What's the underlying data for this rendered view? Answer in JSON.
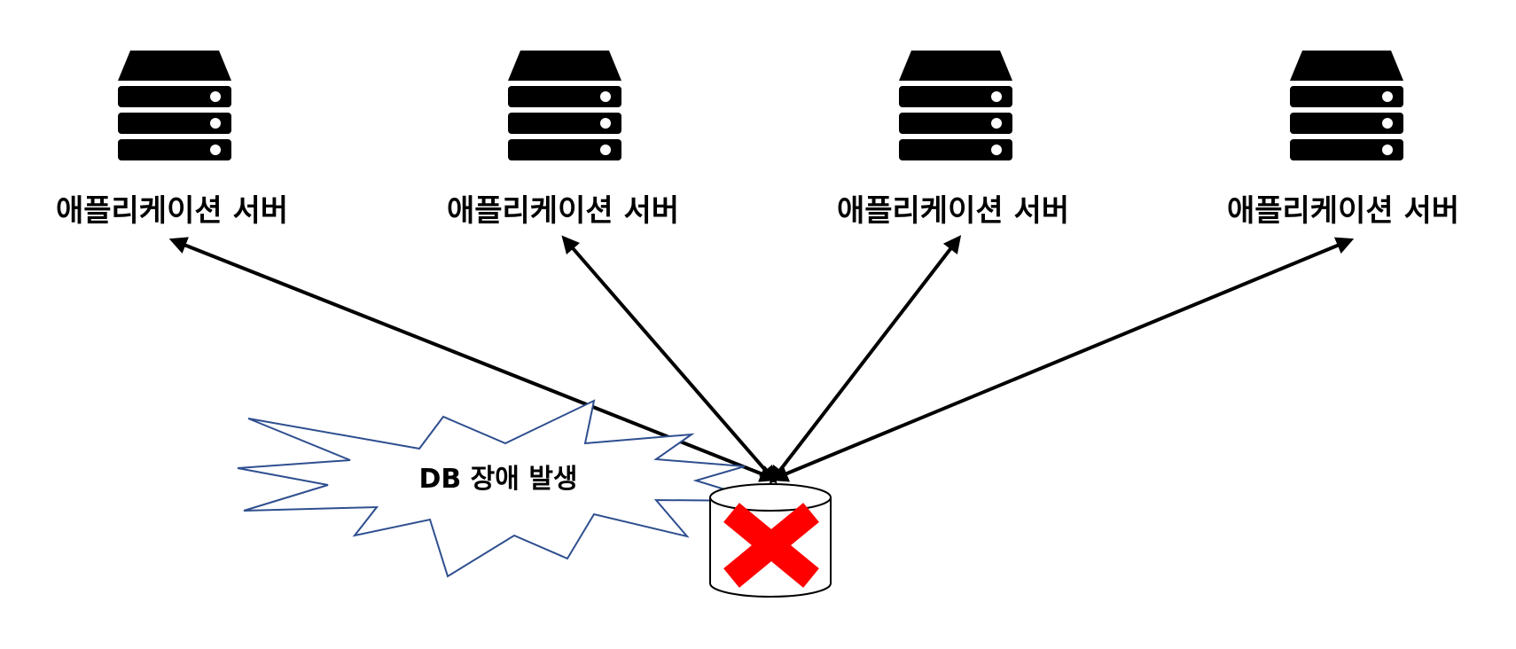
{
  "servers": [
    {
      "label": "애플리케이션 서버",
      "icon": "server-icon"
    },
    {
      "label": "애플리케이션 서버",
      "icon": "server-icon"
    },
    {
      "label": "애플리케이션 서버",
      "icon": "server-icon"
    },
    {
      "label": "애플리케이션 서버",
      "icon": "server-icon"
    }
  ],
  "database": {
    "icon": "database-icon",
    "status_icon": "red-x-icon"
  },
  "failure_callout": {
    "text": "DB 장애 발생"
  },
  "colors": {
    "server": "#000000",
    "arrow": "#000000",
    "x_mark": "#ff0000",
    "burst_stroke": "#2f4f8f"
  }
}
